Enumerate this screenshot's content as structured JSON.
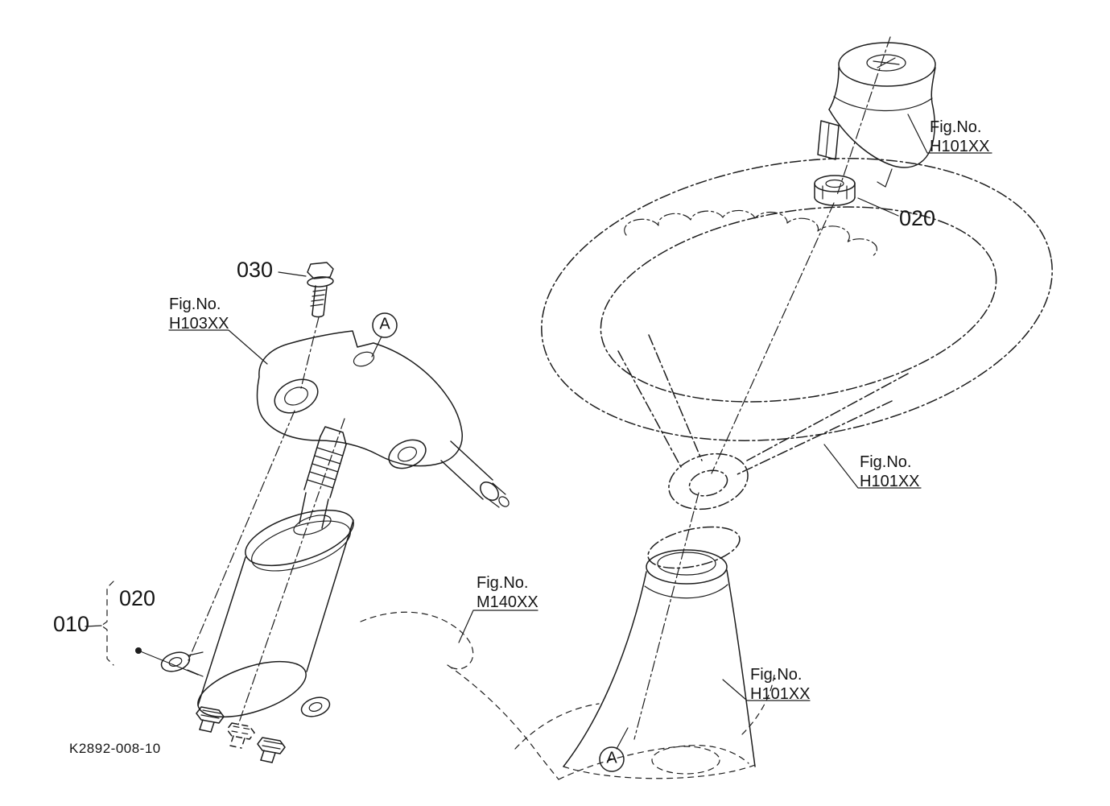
{
  "drawing": {
    "number": "K2892-008-10"
  },
  "callouts": {
    "c030": "030",
    "c020_right": "020",
    "c010": "010",
    "c020_left": "020"
  },
  "section_markers": {
    "a": "A"
  },
  "fig_refs": {
    "cap": {
      "prefix": "Fig.No.",
      "code": "H101XX"
    },
    "bracket": {
      "prefix": "Fig.No.",
      "code": "H103XX"
    },
    "wheel": {
      "prefix": "Fig.No.",
      "code": "H101XX"
    },
    "panel": {
      "prefix": "Fig.No.",
      "code": "M140XX"
    },
    "column": {
      "prefix": "Fig.No.",
      "code": "H101XX"
    }
  }
}
